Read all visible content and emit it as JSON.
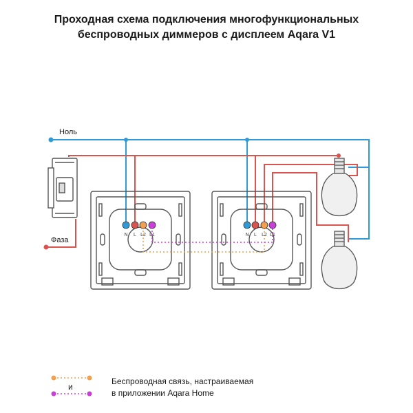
{
  "title": {
    "line1": "Проходная схема подключения многофункциональных",
    "line2": "беспроводных диммеров с дисплеем Aqara V1"
  },
  "labels": {
    "neutral": "Ноль",
    "phase": "Фаза"
  },
  "terminals": {
    "left": [
      "N",
      "L",
      "L2",
      "L1"
    ],
    "right": [
      "N",
      "L",
      "L2",
      "L1"
    ]
  },
  "legend": {
    "and": "и",
    "line1": "Беспроводная связь, настраиваемая",
    "line2": "в приложении Aqara Home"
  },
  "colors": {
    "neutral": "#2e9bd6",
    "phase": "#d9534f",
    "link_orange": "#f0a050",
    "link_magenta": "#c840d8",
    "device": "#555555"
  }
}
